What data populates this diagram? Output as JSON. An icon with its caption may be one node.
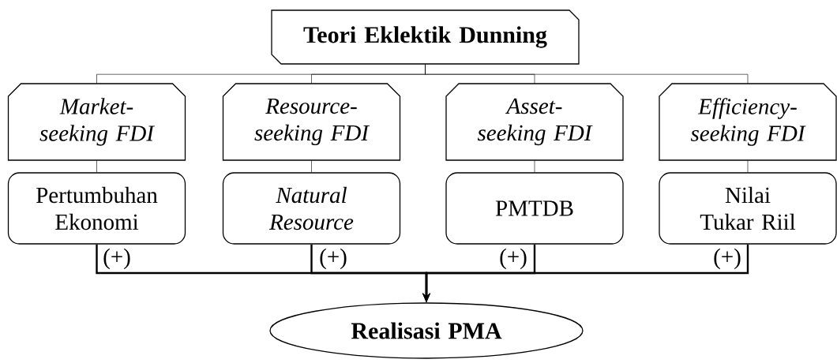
{
  "diagram": {
    "nodes": [
      {
        "text": [
          "Teori Eklektik Dunning"
        ]
      },
      {
        "text": [
          "Market-seeking FDI"
        ]
      },
      {
        "text": [
          "Resource-seeking FDI"
        ]
      },
      {
        "text": [
          "Asset-seeking FDI"
        ]
      },
      {
        "text": [
          "Efficiency-seeking FDI"
        ]
      },
      {
        "text": [
          "Pertumbuhan Ekonomi"
        ]
      },
      {
        "text": [
          "Natural Resource"
        ]
      },
      {
        "text": [
          "PMTDB"
        ]
      },
      {
        "text": [
          "Nilai Tukar Riil"
        ]
      },
      {
        "text": [
          "Realisasi PMA"
        ]
      }
    ],
    "edges": [
      {
        "from": 0,
        "to": 1,
        "arrow": "none"
      },
      {
        "from": 0,
        "to": 2,
        "arrow": "none"
      },
      {
        "from": 0,
        "to": 3,
        "arrow": "none"
      },
      {
        "from": 0,
        "to": 4,
        "arrow": "none"
      },
      {
        "from": 1,
        "to": 5,
        "arrow": "none"
      },
      {
        "from": 2,
        "to": 6,
        "arrow": "none"
      },
      {
        "from": 3,
        "to": 7,
        "arrow": "none"
      },
      {
        "from": 4,
        "to": 8,
        "arrow": "none"
      },
      {
        "from": 5,
        "to": 9,
        "arrow": "to",
        "label": "(+)",
        "style": "thick"
      },
      {
        "from": 6,
        "to": 9,
        "arrow": "to",
        "label": "(+)",
        "style": "thick"
      },
      {
        "from": 7,
        "to": 9,
        "arrow": "to",
        "label": "(+)",
        "style": "thick"
      },
      {
        "from": 8,
        "to": 9,
        "arrow": "to",
        "label": "(+)",
        "style": "thick"
      }
    ]
  }
}
